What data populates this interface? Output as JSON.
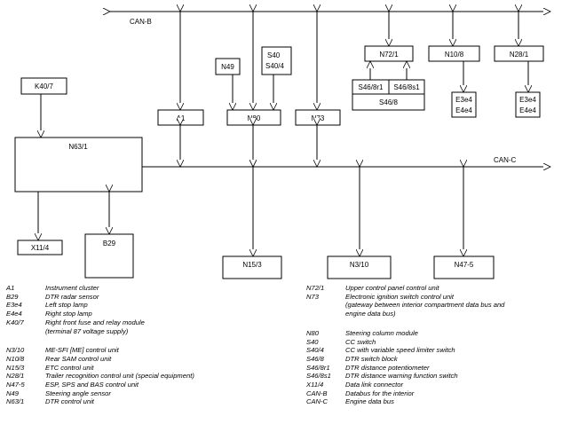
{
  "buses": {
    "can_b": "CAN-B",
    "can_c": "CAN-C"
  },
  "components": {
    "k40_7": "K40/7",
    "n63_1": "N63/1",
    "x11_4": "X11/4",
    "b29": "B29",
    "n49": "N49",
    "s40": "S40",
    "s40_4": "S40/4",
    "a1": "A1",
    "n80": "N80",
    "n73": "N73",
    "n72_1": "N72/1",
    "s46_8r1": "S46/8r1",
    "s46_8s1": "S46/8s1",
    "s46_8": "S46/8",
    "n10_8": "N10/8",
    "e3e4_a": "E3e4",
    "e4e4_a": "E4e4",
    "n28_1": "N28/1",
    "e3e4_b": "E3e4",
    "e4e4_b": "E4e4",
    "n15_3": "N15/3",
    "n3_10": "N3/10",
    "n47_5": "N47-5"
  },
  "legend_left": [
    {
      "code": "A1",
      "desc": "Instrument cluster"
    },
    {
      "code": "B29",
      "desc": "DTR radar sensor"
    },
    {
      "code": "E3e4",
      "desc": "Left stop lamp"
    },
    {
      "code": "E4e4",
      "desc": "Right stop lamp"
    },
    {
      "code": "K40/7",
      "desc": "Right front fuse and relay module"
    },
    {
      "code": "",
      "desc": "(terminal 87 voltage supply)"
    },
    {
      "code": "",
      "desc": ""
    },
    {
      "code": "N3/10",
      "desc": "ME-SFI [ME] control unit"
    },
    {
      "code": "N10/8",
      "desc": "Rear SAM control unit"
    },
    {
      "code": "N15/3",
      "desc": "ETC control unit"
    },
    {
      "code": "N28/1",
      "desc": "Trailer recognition control unit (special equipment)"
    },
    {
      "code": "N47-5",
      "desc": "ESP, SPS and BAS control unit"
    },
    {
      "code": "N49",
      "desc": "Steering angle sensor"
    },
    {
      "code": "N63/1",
      "desc": "DTR control unit"
    }
  ],
  "legend_right": [
    {
      "code": "N72/1",
      "desc": "Upper control panel control unit"
    },
    {
      "code": "N73",
      "desc": "Electronic ignition switch control unit"
    },
    {
      "code": "",
      "desc": "(gateway between interior compartment data bus and"
    },
    {
      "code": "",
      "desc": "engine data bus)"
    },
    {
      "code": "",
      "desc": ""
    },
    {
      "code": "N80",
      "desc": "Steering column module"
    },
    {
      "code": "S40",
      "desc": "CC switch"
    },
    {
      "code": "S40/4",
      "desc": "CC with variable speed limiter switch"
    },
    {
      "code": "S46/8",
      "desc": "DTR switch block"
    },
    {
      "code": "S46/8r1",
      "desc": "DTR distance potentiometer"
    },
    {
      "code": "S46/8s1",
      "desc": "DTR distance warning function switch"
    },
    {
      "code": "X11/4",
      "desc": "Data link connector"
    },
    {
      "code": "CAN-B",
      "desc": "Databus for the interior"
    },
    {
      "code": "CAN-C",
      "desc": "Engine data bus"
    }
  ]
}
